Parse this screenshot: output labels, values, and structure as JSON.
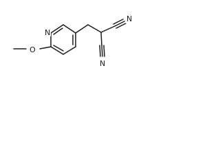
{
  "molecule": {
    "atoms": {
      "nitrogen_ring": "N",
      "oxygen": "O",
      "nitrile_n_top": "N",
      "nitrile_n_bottom": "N"
    }
  }
}
